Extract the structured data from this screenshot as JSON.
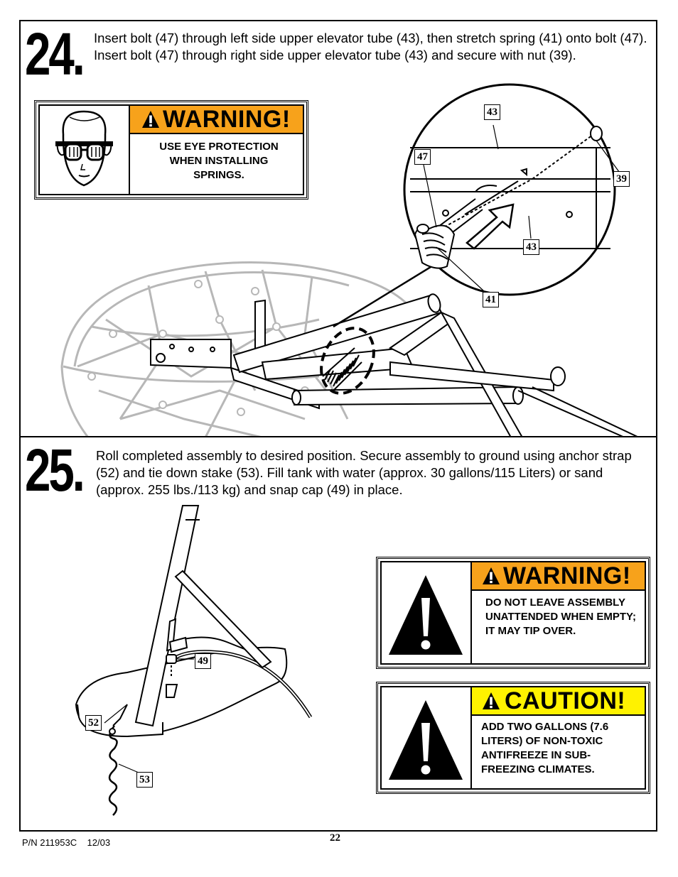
{
  "step24": {
    "number": "24.",
    "instruction": "Insert bolt (47) through left side upper elevator tube (43), then stretch spring (41) onto bolt (47). Insert bolt (47) through right side upper elevator tube (43) and secure with nut (39).",
    "warning": {
      "title": "WARNING!",
      "message": "USE EYE PROTECTION WHEN INSTALLING SPRINGS.",
      "pictogram": "safety-goggles-face-icon",
      "banner_color": "#f7a21b"
    },
    "callouts": [
      "43",
      "47",
      "39",
      "43",
      "41"
    ]
  },
  "step25": {
    "number": "25.",
    "instruction": "Roll completed assembly to desired position. Secure assembly to ground using anchor strap (52) and tie down stake (53).  Fill tank with water (approx. 30 gallons/115 Liters) or sand (approx. 255 lbs./113 kg) and snap cap (49) in place.",
    "warning": {
      "title": "WARNING!",
      "message": "DO NOT LEAVE ASSEMBLY UNATTENDED WHEN EMPTY; IT MAY TIP OVER.",
      "pictogram": "exclamation-triangle-icon",
      "banner_color": "#f7a21b"
    },
    "caution": {
      "title": "CAUTION!",
      "message": "ADD TWO GALLONS (7.6 LITERS) OF NON-TOXIC ANTIFREEZE IN SUB-FREEZING CLIMATES.",
      "pictogram": "exclamation-triangle-icon",
      "banner_color": "#fff200"
    },
    "callouts": [
      "49",
      "52",
      "53"
    ]
  },
  "footer": {
    "part_number": "P/N 211953C",
    "date": "12/03",
    "page_number": "22"
  }
}
